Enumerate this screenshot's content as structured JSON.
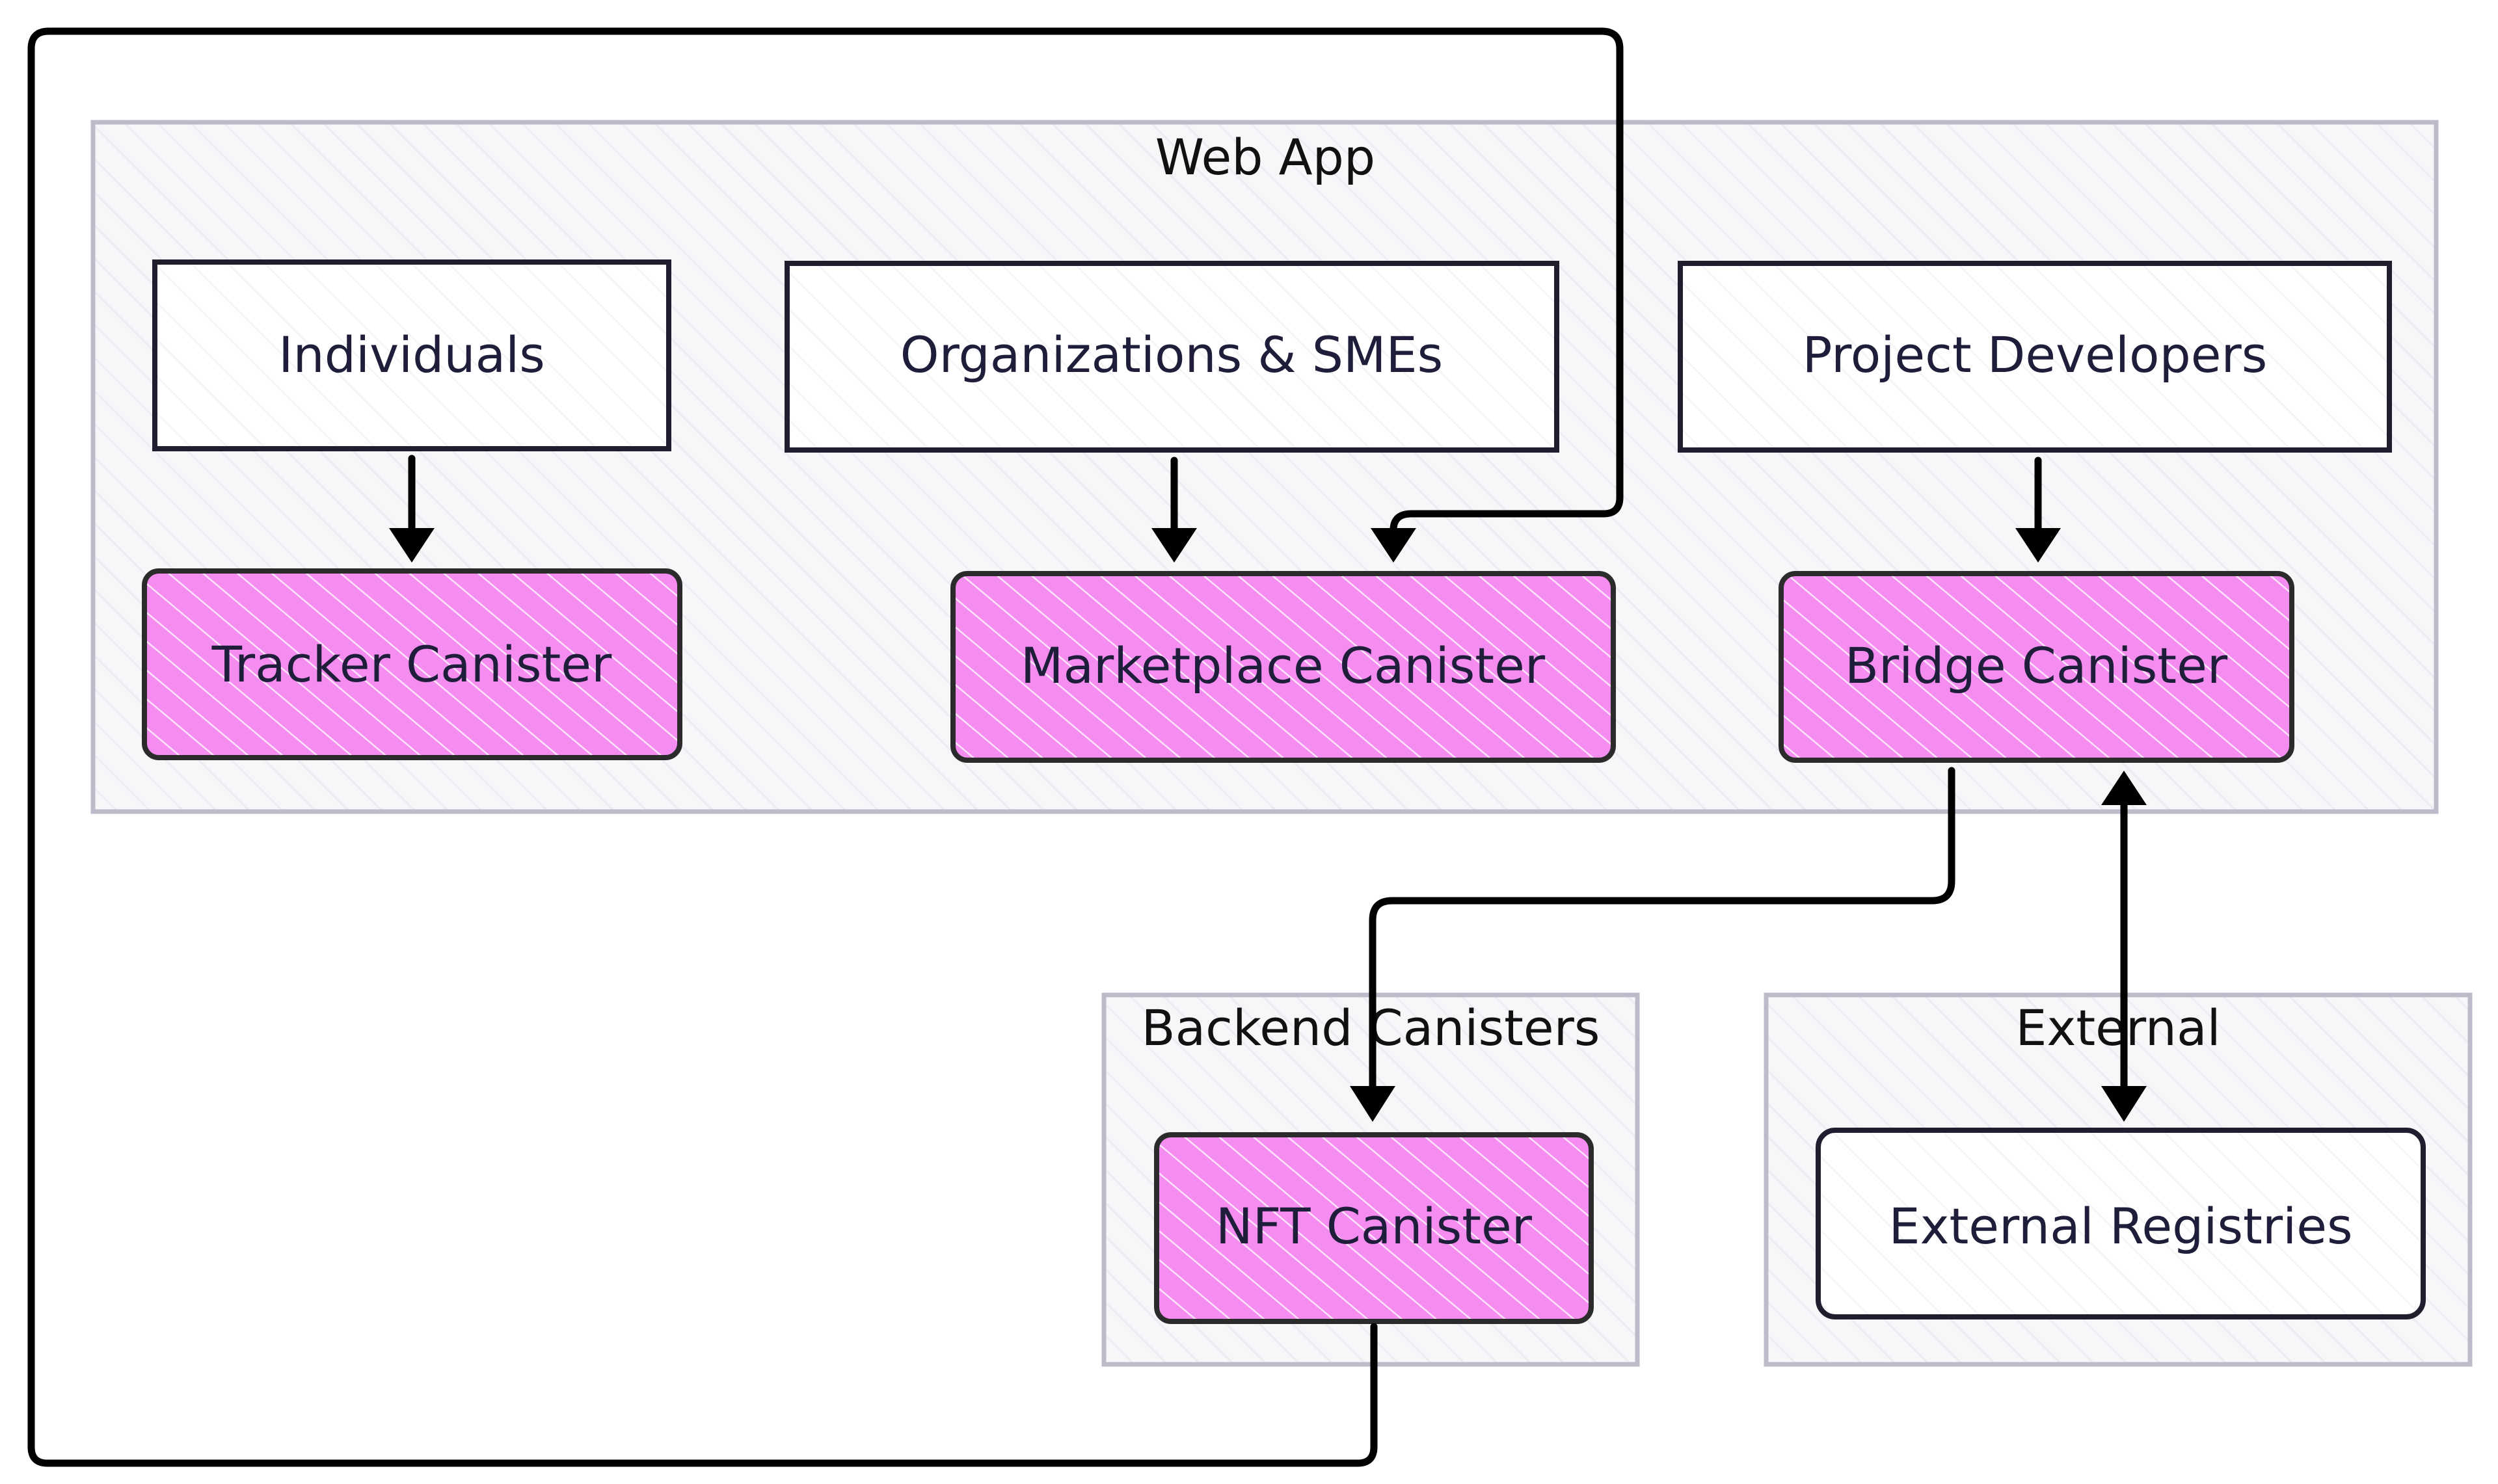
{
  "diagram": {
    "colors": {
      "group_fill": "#f7f7fa",
      "group_border": "#bdbac9",
      "node_fill": "#ffffff",
      "node_border": "#1e1e2e",
      "canister_fill": "#f58cf0",
      "canister_border": "#2b2b2b",
      "edge": "#000000"
    },
    "groups": {
      "web_app": {
        "label": "Web App"
      },
      "backend": {
        "label": "Backend Canisters"
      },
      "external": {
        "label": "External"
      }
    },
    "nodes": {
      "individuals": {
        "label": "Individuals"
      },
      "organizations": {
        "label": "Organizations & SMEs"
      },
      "project_developers": {
        "label": "Project Developers"
      },
      "tracker": {
        "label": "Tracker Canister"
      },
      "marketplace": {
        "label": "Marketplace Canister"
      },
      "bridge": {
        "label": "Bridge Canister"
      },
      "nft": {
        "label": "NFT Canister"
      },
      "external_registries": {
        "label": "External Registries"
      }
    },
    "edges": [
      {
        "from": "Individuals",
        "to": "Tracker Canister"
      },
      {
        "from": "Organizations & SMEs",
        "to": "Marketplace Canister"
      },
      {
        "from": "Project Developers",
        "to": "Bridge Canister"
      },
      {
        "from": "Bridge Canister",
        "to": "NFT Canister"
      },
      {
        "from": "Bridge Canister",
        "to": "External Registries",
        "bidirectional": true
      },
      {
        "from": "NFT Canister",
        "to": "Marketplace Canister"
      }
    ]
  }
}
